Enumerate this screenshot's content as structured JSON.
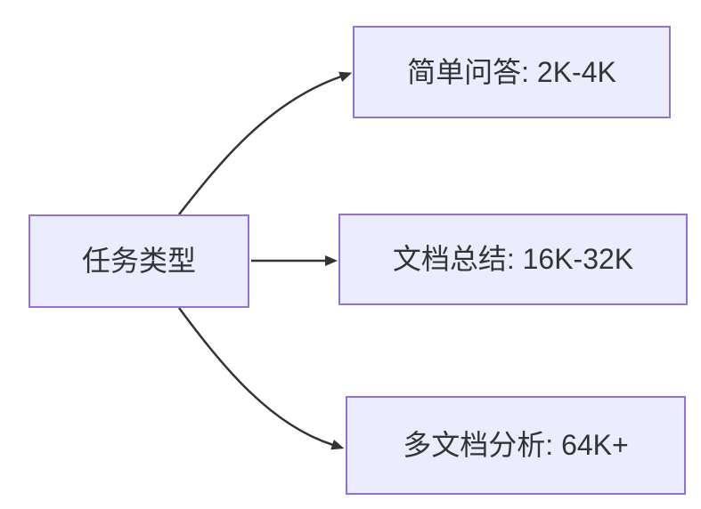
{
  "diagram": {
    "type": "flowchart-LR",
    "colors": {
      "node_fill": "#ECECFF",
      "node_border": "#9370DB",
      "arrow": "#333333",
      "text": "#333333"
    },
    "nodes": [
      {
        "id": "task-type",
        "label": "任务类型"
      },
      {
        "id": "simple-qa",
        "label": "简单问答: 2K-4K"
      },
      {
        "id": "doc-summary",
        "label": "文档总结: 16K-32K"
      },
      {
        "id": "multi-doc",
        "label": "多文档分析: 64K+"
      }
    ],
    "edges": [
      {
        "from": "task-type",
        "to": "simple-qa"
      },
      {
        "from": "task-type",
        "to": "doc-summary"
      },
      {
        "from": "task-type",
        "to": "multi-doc"
      }
    ]
  }
}
